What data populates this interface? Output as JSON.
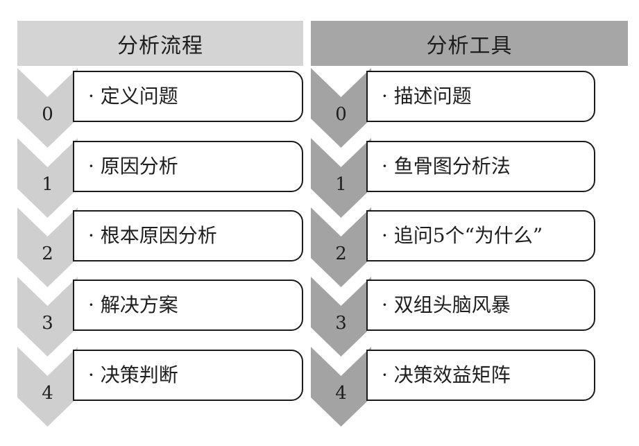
{
  "columns": [
    {
      "header": "分析流程",
      "header_color": "#d4d4d4",
      "chevron_color": "#cfcfcf",
      "steps": [
        {
          "number": "0",
          "label": "· 定义问题"
        },
        {
          "number": "1",
          "label": "· 原因分析"
        },
        {
          "number": "2",
          "label": "· 根本原因分析"
        },
        {
          "number": "3",
          "label": "· 解决方案"
        },
        {
          "number": "4",
          "label": "· 决策判断"
        }
      ]
    },
    {
      "header": "分析工具",
      "header_color": "#a6a6a6",
      "chevron_color": "#a3a3a3",
      "steps": [
        {
          "number": "0",
          "label": "· 描述问题"
        },
        {
          "number": "1",
          "label": "· 鱼骨图分析法"
        },
        {
          "number": "2",
          "label": "· 追问5个“为什么”"
        },
        {
          "number": "3",
          "label": "· 双组头脑风暴"
        },
        {
          "number": "4",
          "label": "· 决策效益矩阵"
        }
      ]
    }
  ]
}
